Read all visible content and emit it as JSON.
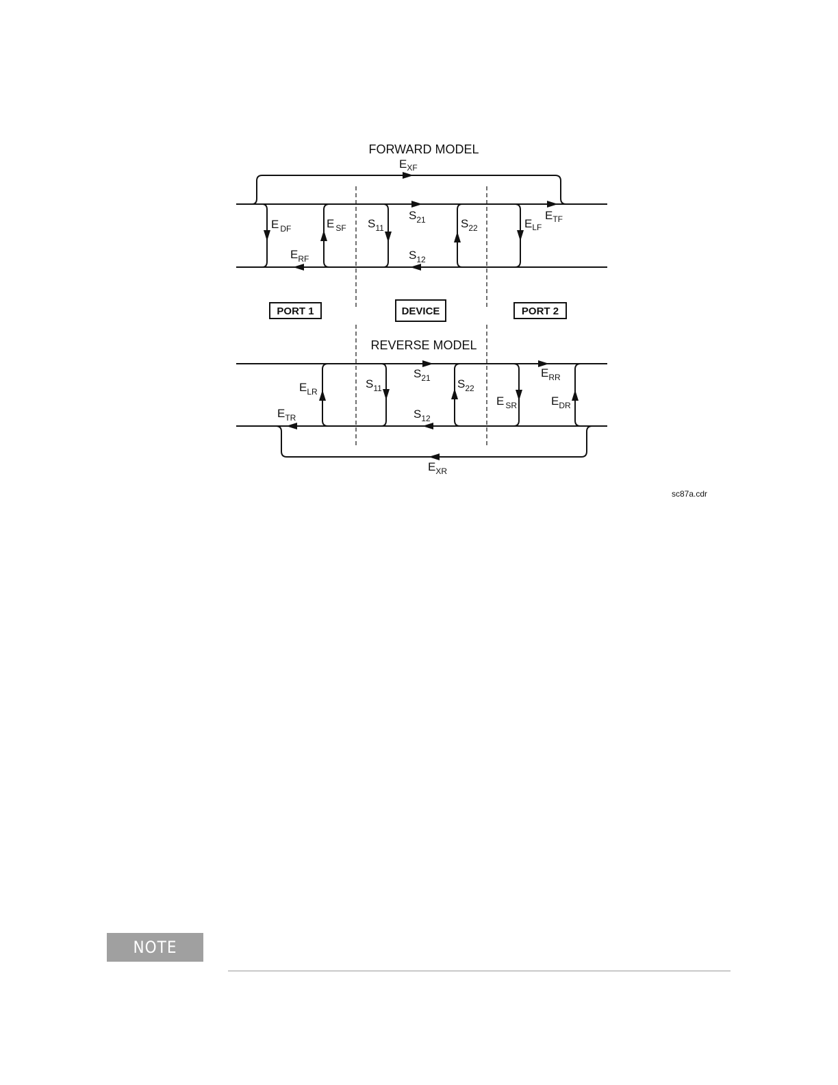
{
  "diagram": {
    "forward_title": "FORWARD MODEL",
    "reverse_title": "REVERSE MODEL",
    "boxes": {
      "port1": "PORT 1",
      "device": "DEVICE",
      "port2": "PORT 2"
    },
    "forward_labels": {
      "exf": {
        "main": "E",
        "sub": "XF"
      },
      "edf": {
        "main": "E",
        "sub": "DF"
      },
      "esf": {
        "main": "E",
        "sub": "SF"
      },
      "s11": {
        "main": "S",
        "sub": "11"
      },
      "s21": {
        "main": "S",
        "sub": "21"
      },
      "s22": {
        "main": "S",
        "sub": "22"
      },
      "elf": {
        "main": "E",
        "sub": "LF"
      },
      "etf": {
        "main": "E",
        "sub": "TF"
      },
      "erf": {
        "main": "E",
        "sub": "RF"
      },
      "s12": {
        "main": "S",
        "sub": "12"
      }
    },
    "reverse_labels": {
      "s21": {
        "main": "S",
        "sub": "21"
      },
      "err": {
        "main": "E",
        "sub": "RR"
      },
      "elr": {
        "main": "E",
        "sub": "LR"
      },
      "s11": {
        "main": "S",
        "sub": "11"
      },
      "s22": {
        "main": "S",
        "sub": "22"
      },
      "esr": {
        "main": "E",
        "sub": "SR"
      },
      "edr": {
        "main": "E",
        "sub": "DR"
      },
      "etr": {
        "main": "E",
        "sub": "TR"
      },
      "s12": {
        "main": "S",
        "sub": "12"
      },
      "exr": {
        "main": "E",
        "sub": "XR"
      }
    },
    "filename": "sc87a.cdr"
  },
  "note": {
    "label": "NOTE"
  }
}
